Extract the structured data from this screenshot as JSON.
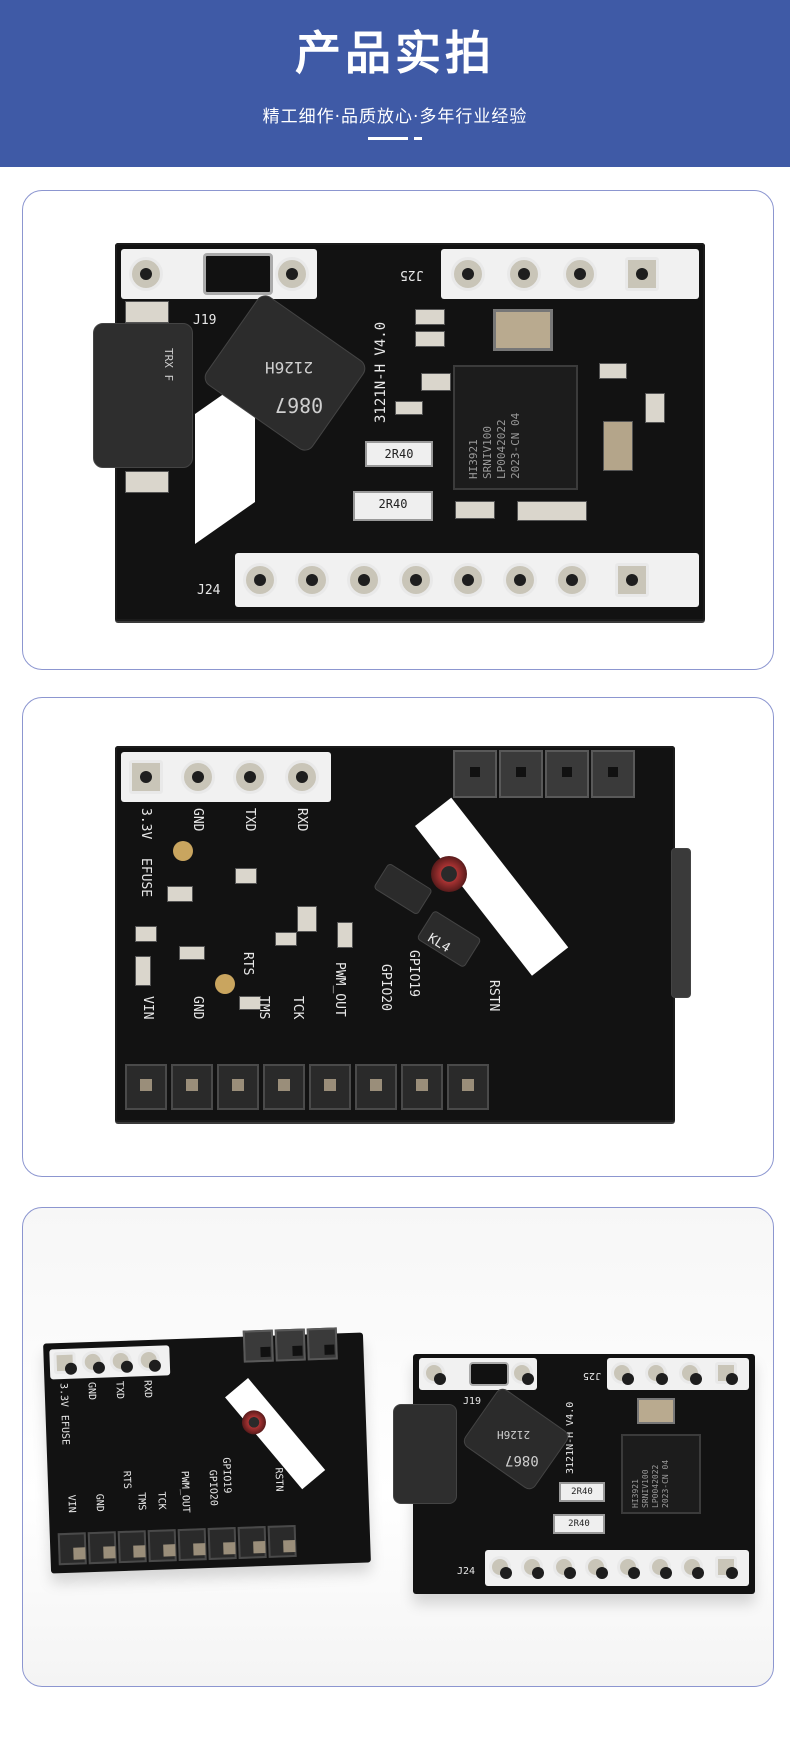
{
  "header": {
    "title": "产品实拍",
    "subtitle": "精工细作·品质放心·多年行业经验"
  },
  "photo_front": {
    "board_label": "3121N-H V4.0",
    "j25": "J25",
    "j24": "J24",
    "j19": "J19",
    "inductor_code": "0867",
    "inductor_code2": "2126H",
    "res_1": "2R40",
    "res_2": "2R40",
    "chip_line1": "HI3921",
    "chip_line2": "SRNIV100",
    "chip_line3": "LP0042022",
    "chip_line4": "2023-CN 04",
    "transformer_text": "TRX F"
  },
  "photo_back": {
    "top_labels": [
      "3.3V",
      "GND",
      "TXD",
      "RXD"
    ],
    "efuse": "EFUSE",
    "bottom_labels": [
      "VIN",
      "GND",
      "RTS",
      "TMS",
      "TCK",
      "PWM_OUT",
      "GPIO20",
      "GPIO19",
      "RSTN"
    ],
    "kl4": "KL4"
  },
  "colors": {
    "banner": "#3f5aa6",
    "card_border": "#8c96d0",
    "pcb": "#121212"
  }
}
